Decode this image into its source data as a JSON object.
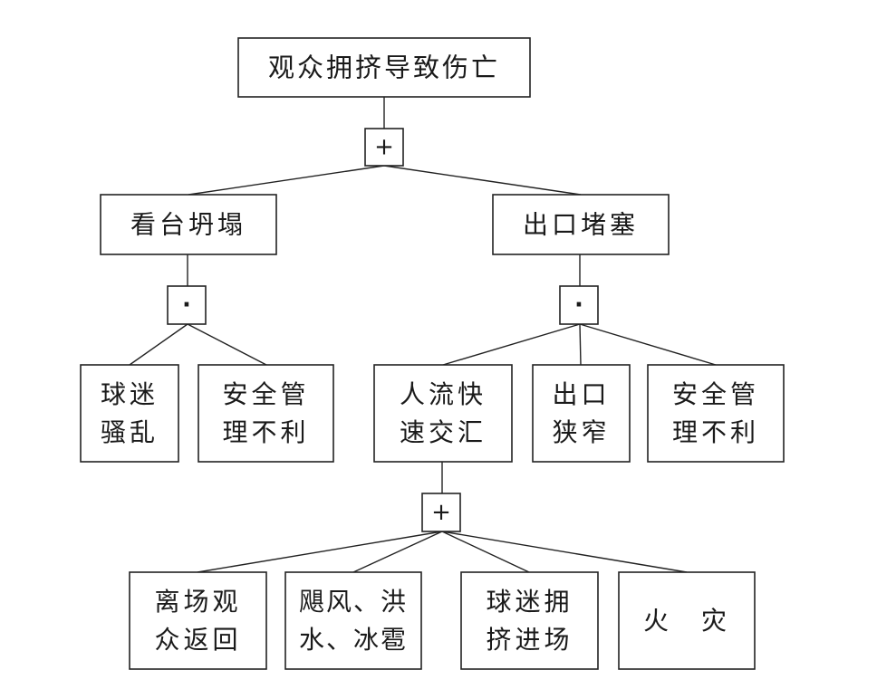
{
  "colors": {
    "line": "#222222",
    "box_fill": "#ffffff",
    "text": "#1a1a1a"
  },
  "top_event": {
    "lines": [
      "观众拥挤导致伤亡"
    ]
  },
  "gates": {
    "top_or": "+",
    "collapse_and": "·",
    "block_and": "·",
    "converge_or": "+"
  },
  "intermediate_events": {
    "stand_collapse": {
      "lines": [
        "看台坍塌"
      ]
    },
    "exit_blocked": {
      "lines": [
        "出口堵塞"
      ]
    },
    "crowd_converge": {
      "lines": [
        "人流快",
        "速交汇"
      ]
    }
  },
  "basic_events": {
    "fans_riot": {
      "lines": [
        "球迷",
        "骚乱"
      ]
    },
    "safety_mgmt_poor_1": {
      "lines": [
        "安全管",
        "理不利"
      ]
    },
    "exit_narrow": {
      "lines": [
        "出口",
        "狭窄"
      ]
    },
    "safety_mgmt_poor_2": {
      "lines": [
        "安全管",
        "理不利"
      ]
    },
    "spectators_return": {
      "lines": [
        "离场观",
        "众返回"
      ]
    },
    "storm_flood_hail": {
      "lines": [
        "飓风、洪",
        "水、冰雹"
      ]
    },
    "fans_squeeze_in": {
      "lines": [
        "球迷拥",
        "挤进场"
      ]
    },
    "fire": {
      "lines": [
        "火　灾"
      ]
    }
  }
}
